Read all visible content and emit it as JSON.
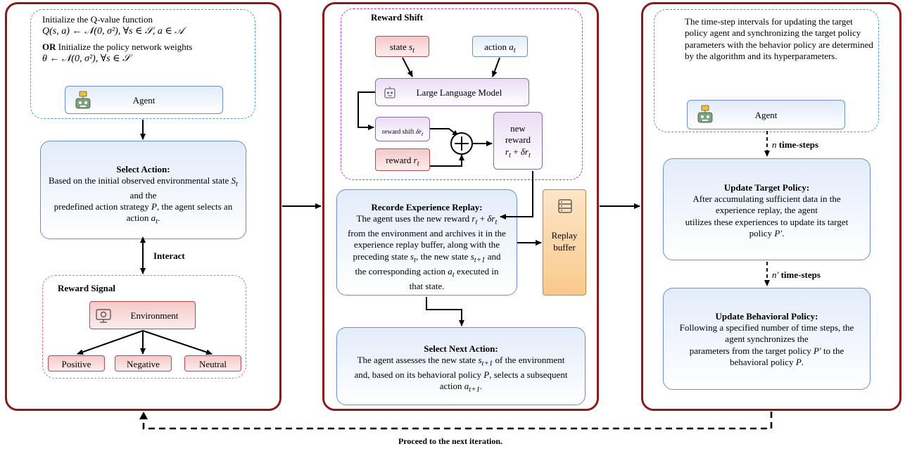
{
  "left": {
    "init_q_line1": "Initialize the Q-value function",
    "init_q_formula": "Q(s, a) ← 𝒩(0, σ²),   ∀s ∈ 𝒮, a ∈ 𝒜",
    "or_word": "OR",
    "init_policy_line1": "Initialize the policy network weights",
    "init_policy_formula": "θ ← 𝒩(0, σ²),   ∀s ∈ 𝒮",
    "agent_label": "Agent",
    "select_action_title": "Select Action:",
    "select_action_body": "Based on the initial observed environmental state S_t and the predefined action strategy P, the agent selects an action a_t.",
    "interact_label": "Interact",
    "reward_signal_title": "Reward Signal",
    "environment_label": "Environment",
    "outcomes": [
      "Positive",
      "Negative",
      "Neutral"
    ]
  },
  "middle": {
    "reward_shift_title": "Reward Shift",
    "state_label": "state s_t",
    "action_label": "action a_t",
    "llm_label": "Large Language Model",
    "reward_shift_label": "reward shift δr_t",
    "reward_label": "reward r_t",
    "plus_symbol": "+",
    "new_reward_line1": "new",
    "new_reward_line2": "reward",
    "new_reward_formula": "r_t + δr_t",
    "experience_title": "Recorde Experience Replay:",
    "experience_body": "The agent uses the new reward r_t + δr_t from the environment and archives it in the experience replay buffer, along with the preceding state s_t, the new state s_t+1 and the corresponding action a_t executed in that state.",
    "replay_buffer_label": "Replay buffer",
    "next_action_title": "Select Next Action:",
    "next_action_body": "The agent assesses the new state s_t+1 of the environment and, based on its behavioral policy P, selects a subsequent action a_t+1."
  },
  "right": {
    "intro_text": "The time-step intervals for updating the target policy agent and synchronizing the target policy parameters with the behavior policy are determined by the algorithm and its hyperparameters.",
    "agent_label": "Agent",
    "n_steps_label": "n time-steps",
    "update_target_title": "Update Target Policy:",
    "update_target_body": "After accumulating sufficient data in the experience replay, the agent utilizes these experiences to update its target policy P′.",
    "n_prime_steps_label": "n′ time-steps",
    "update_behavioral_title": "Update Behavioral Policy:",
    "update_behavioral_body": "Following a specified number of time steps, the agent synchronizes the parameters from the target policy P′ to the behavioral policy P."
  },
  "footer": {
    "next_iteration_label": "Proceed to the next iteration."
  },
  "colors": {
    "panel_border": "#8b1a1a",
    "blue_dash": "#4a9ad6",
    "red_dash": "#e87373",
    "purple_dash": "#b03ad6"
  },
  "icons": [
    "robot-icon",
    "environment-icon",
    "llm-icon",
    "database-icon"
  ]
}
